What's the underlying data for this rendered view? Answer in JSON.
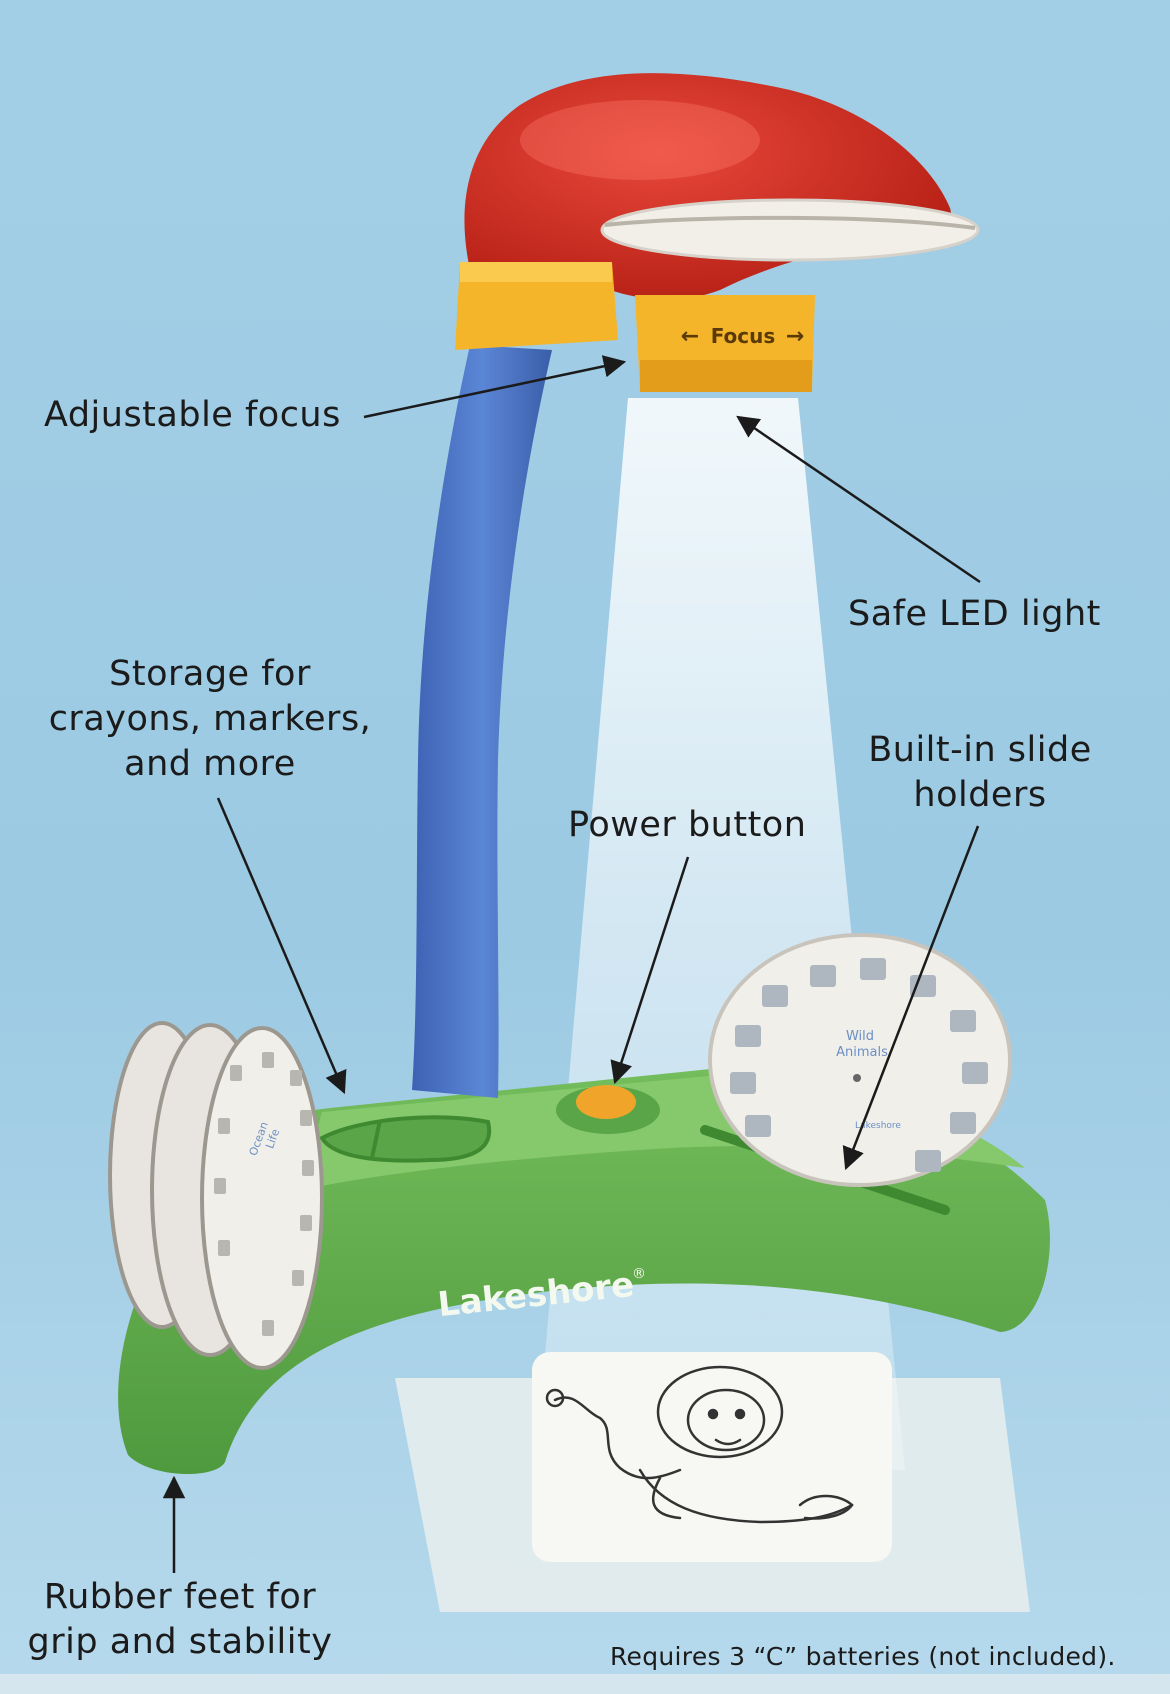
{
  "brand": {
    "name": "Lakeshore",
    "mark": "®"
  },
  "focus_ring": {
    "text": "Focus",
    "left_arrow": "←",
    "right_arrow": "→"
  },
  "callouts": {
    "adjustable_focus": "Adjustable focus",
    "safe_led_light": "Safe LED light",
    "storage": [
      "Storage for",
      "crayons, markers,",
      "and more"
    ],
    "built_in_slide_holders": [
      "Built-in slide",
      "holders"
    ],
    "power_button": "Power button",
    "rubber_feet": [
      "Rubber feet for",
      "grip and stability"
    ]
  },
  "footnote": "Requires 3 “C” batteries (not included).",
  "slide_discs": {
    "left_front": [
      "Ocean",
      "Life"
    ],
    "right": [
      "Wild",
      "Animals"
    ],
    "disc_brand": "Lakeshore"
  },
  "colors": {
    "background": "#9fcbe3",
    "lamp_head": "#cf2a1c",
    "focus_collar": "#f4b52b",
    "arm": "#4a74c4",
    "base": "#66b04f",
    "power_button": "#f0a52a"
  }
}
